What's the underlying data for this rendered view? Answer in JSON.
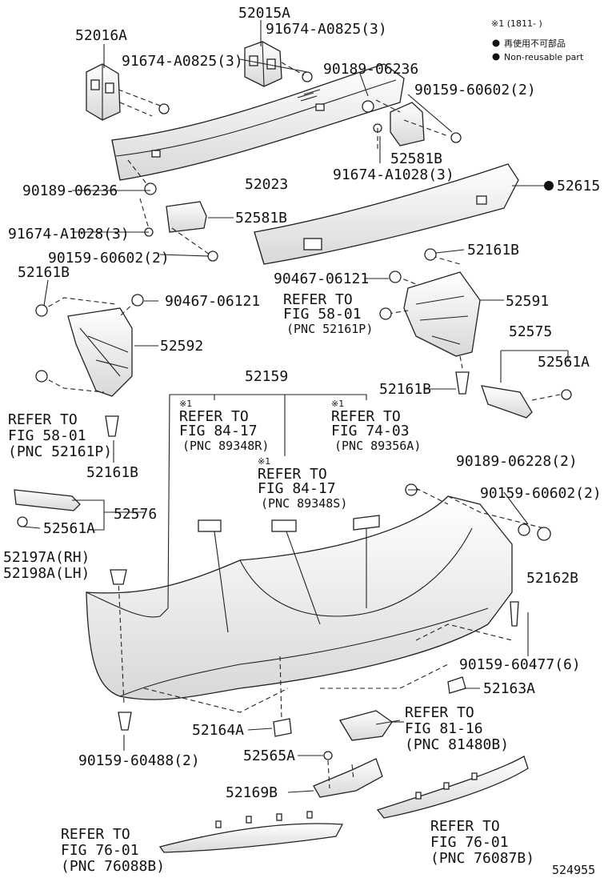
{
  "legend": {
    "note": "※1 (1811-     )",
    "jp": "再使用不可部品",
    "en": "Non-reusable part",
    "bullet_color": "#111111"
  },
  "labels": {
    "p52015A": "52015A",
    "p52016A": "52016A",
    "p91674A0825_a": "91674-A0825(3)",
    "p91674A0825_b": "91674-A0825(3)",
    "p90189_06236_a": "90189-06236",
    "p90189_06236_b": "90189-06236",
    "p90159_60602_a": "90159-60602(2)",
    "p90159_60602_b": "90159-60602(2)",
    "p90159_60602_c": "90159-60602(2)",
    "p52581B_a": "52581B",
    "p52581B_b": "52581B",
    "p91674A1028_a": "91674-A1028(3)",
    "p91674A1028_b": "91674-A1028(3)",
    "p52023": "52023",
    "p52615": "52615",
    "p52161B_a": "52161B",
    "p52161B_b": "52161B",
    "p52161B_c": "52161B",
    "p52161B_d": "52161B",
    "p90467_a": "90467-06121",
    "p90467_b": "90467-06121",
    "p52591": "52591",
    "p52592": "52592",
    "p52575": "52575",
    "p52561A_a": "52561A",
    "p52561A_b": "52561A",
    "p52576": "52576",
    "p52159": "52159",
    "p52197A": "52197A(RH)",
    "p52198A": "52198A(LH)",
    "p90189_06228": "90189-06228(2)",
    "p52162B": "52162B",
    "p90159_60477": "90159-60477(6)",
    "p52163A": "52163A",
    "p52164A": "52164A",
    "p52565A": "52565A",
    "p52169B": "52169B",
    "p90159_60488": "90159-60488(2)",
    "diagram_id": "524955"
  },
  "refs": {
    "r58_left": {
      "l1": "REFER TO",
      "l2": "FIG 58-01",
      "l3": "(PNC 52161P)"
    },
    "r58_right": {
      "l1": "REFER TO",
      "l2": "FIG 58-01",
      "l3": "(PNC 52161P)"
    },
    "r84_a": {
      "mark": "※1",
      "l1": "REFER TO",
      "l2": "FIG 84-17",
      "l3": "(PNC 89348R)"
    },
    "r84_b": {
      "mark": "※1",
      "l1": "REFER TO",
      "l2": "FIG 84-17",
      "l3": "(PNC 89348S)"
    },
    "r74": {
      "mark": "※1",
      "l1": "REFER TO",
      "l2": "FIG 74-03",
      "l3": "(PNC 89356A)"
    },
    "r81": {
      "l1": "REFER TO",
      "l2": "FIG 81-16",
      "l3": "(PNC 81480B)"
    },
    "r76_l": {
      "l1": "REFER TO",
      "l2": "FIG 76-01",
      "l3": "(PNC 76088B)"
    },
    "r76_r": {
      "l1": "REFER TO",
      "l2": "FIG 76-01",
      "l3": "(PNC 76087B)"
    }
  }
}
